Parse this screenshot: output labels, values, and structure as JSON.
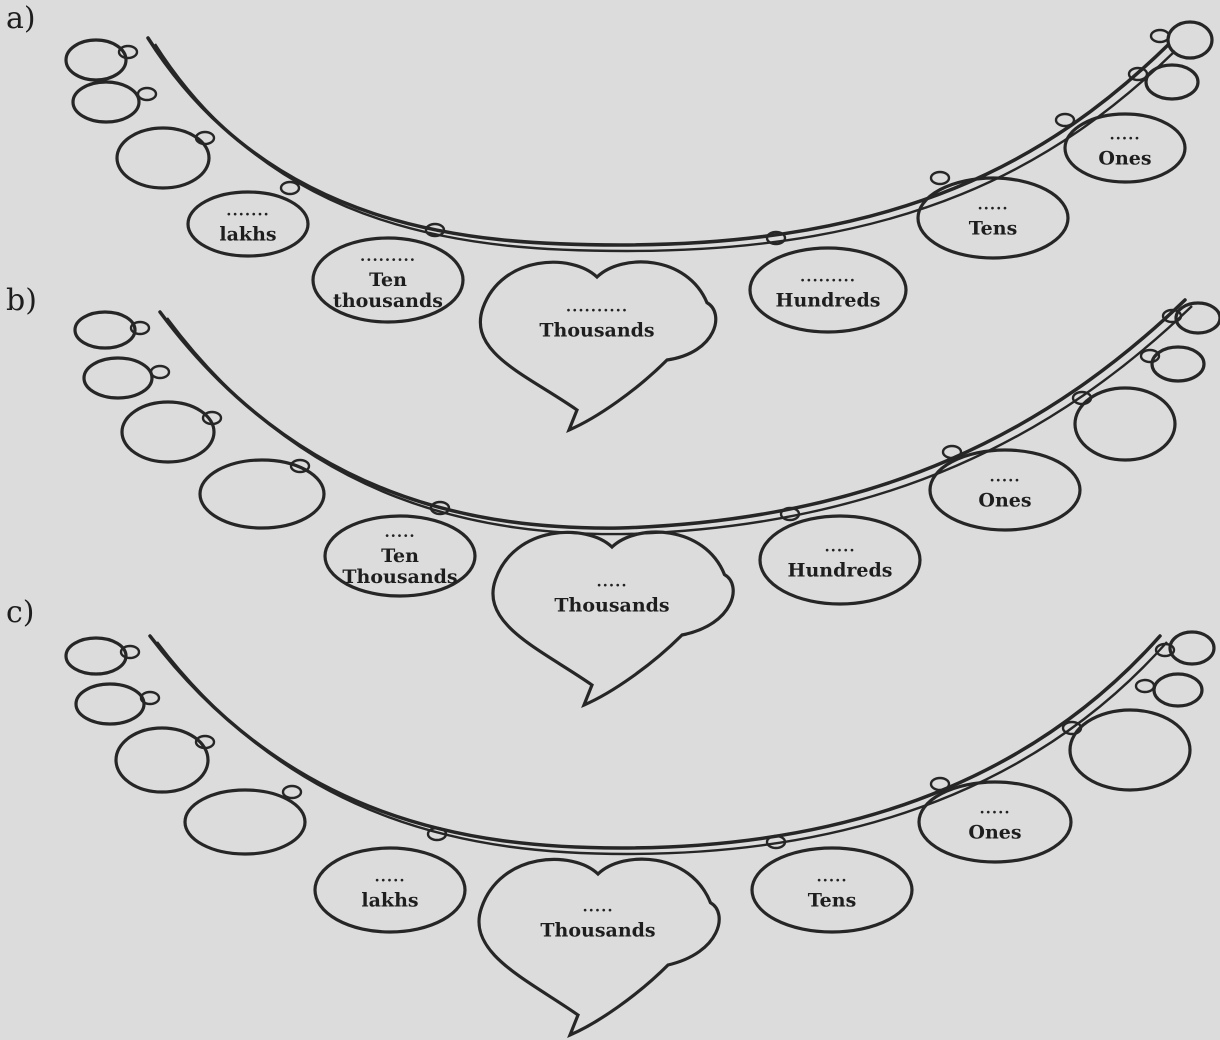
{
  "parts": [
    {
      "label": "a)",
      "ornaments": [
        {
          "dots": "",
          "lines": []
        },
        {
          "dots": "",
          "lines": []
        },
        {
          "dots": "",
          "lines": []
        },
        {
          "dots": ".......",
          "lines": [
            "lakhs"
          ]
        },
        {
          "dots": ".........",
          "lines": [
            "Ten",
            "thousands"
          ]
        },
        {
          "dots": "..........",
          "lines": [
            "Thousands"
          ]
        },
        {
          "dots": ".........",
          "lines": [
            "Hundreds"
          ]
        },
        {
          "dots": ".....",
          "lines": [
            "Tens"
          ]
        },
        {
          "dots": ".....",
          "lines": [
            "Ones"
          ]
        },
        {
          "dots": "",
          "lines": []
        },
        {
          "dots": "",
          "lines": []
        }
      ]
    },
    {
      "label": "b)",
      "ornaments": [
        {
          "dots": "",
          "lines": []
        },
        {
          "dots": "",
          "lines": []
        },
        {
          "dots": "",
          "lines": []
        },
        {
          "dots": "",
          "lines": []
        },
        {
          "dots": ".....",
          "lines": [
            "Ten",
            "Thousands"
          ]
        },
        {
          "dots": ".....",
          "lines": [
            "Thousands"
          ]
        },
        {
          "dots": ".....",
          "lines": [
            "Hundreds"
          ]
        },
        {
          "dots": ".....",
          "lines": [
            "Ones"
          ]
        },
        {
          "dots": "",
          "lines": []
        },
        {
          "dots": "",
          "lines": []
        },
        {
          "dots": "",
          "lines": []
        }
      ]
    },
    {
      "label": "c)",
      "ornaments": [
        {
          "dots": "",
          "lines": []
        },
        {
          "dots": "",
          "lines": []
        },
        {
          "dots": "",
          "lines": []
        },
        {
          "dots": "",
          "lines": []
        },
        {
          "dots": ".....",
          "lines": [
            "lakhs"
          ]
        },
        {
          "dots": ".....",
          "lines": [
            "Thousands"
          ]
        },
        {
          "dots": ".....",
          "lines": [
            "Tens"
          ]
        },
        {
          "dots": ".....",
          "lines": [
            "Ones"
          ]
        },
        {
          "dots": "",
          "lines": []
        },
        {
          "dots": "",
          "lines": []
        },
        {
          "dots": "",
          "lines": []
        }
      ]
    }
  ]
}
